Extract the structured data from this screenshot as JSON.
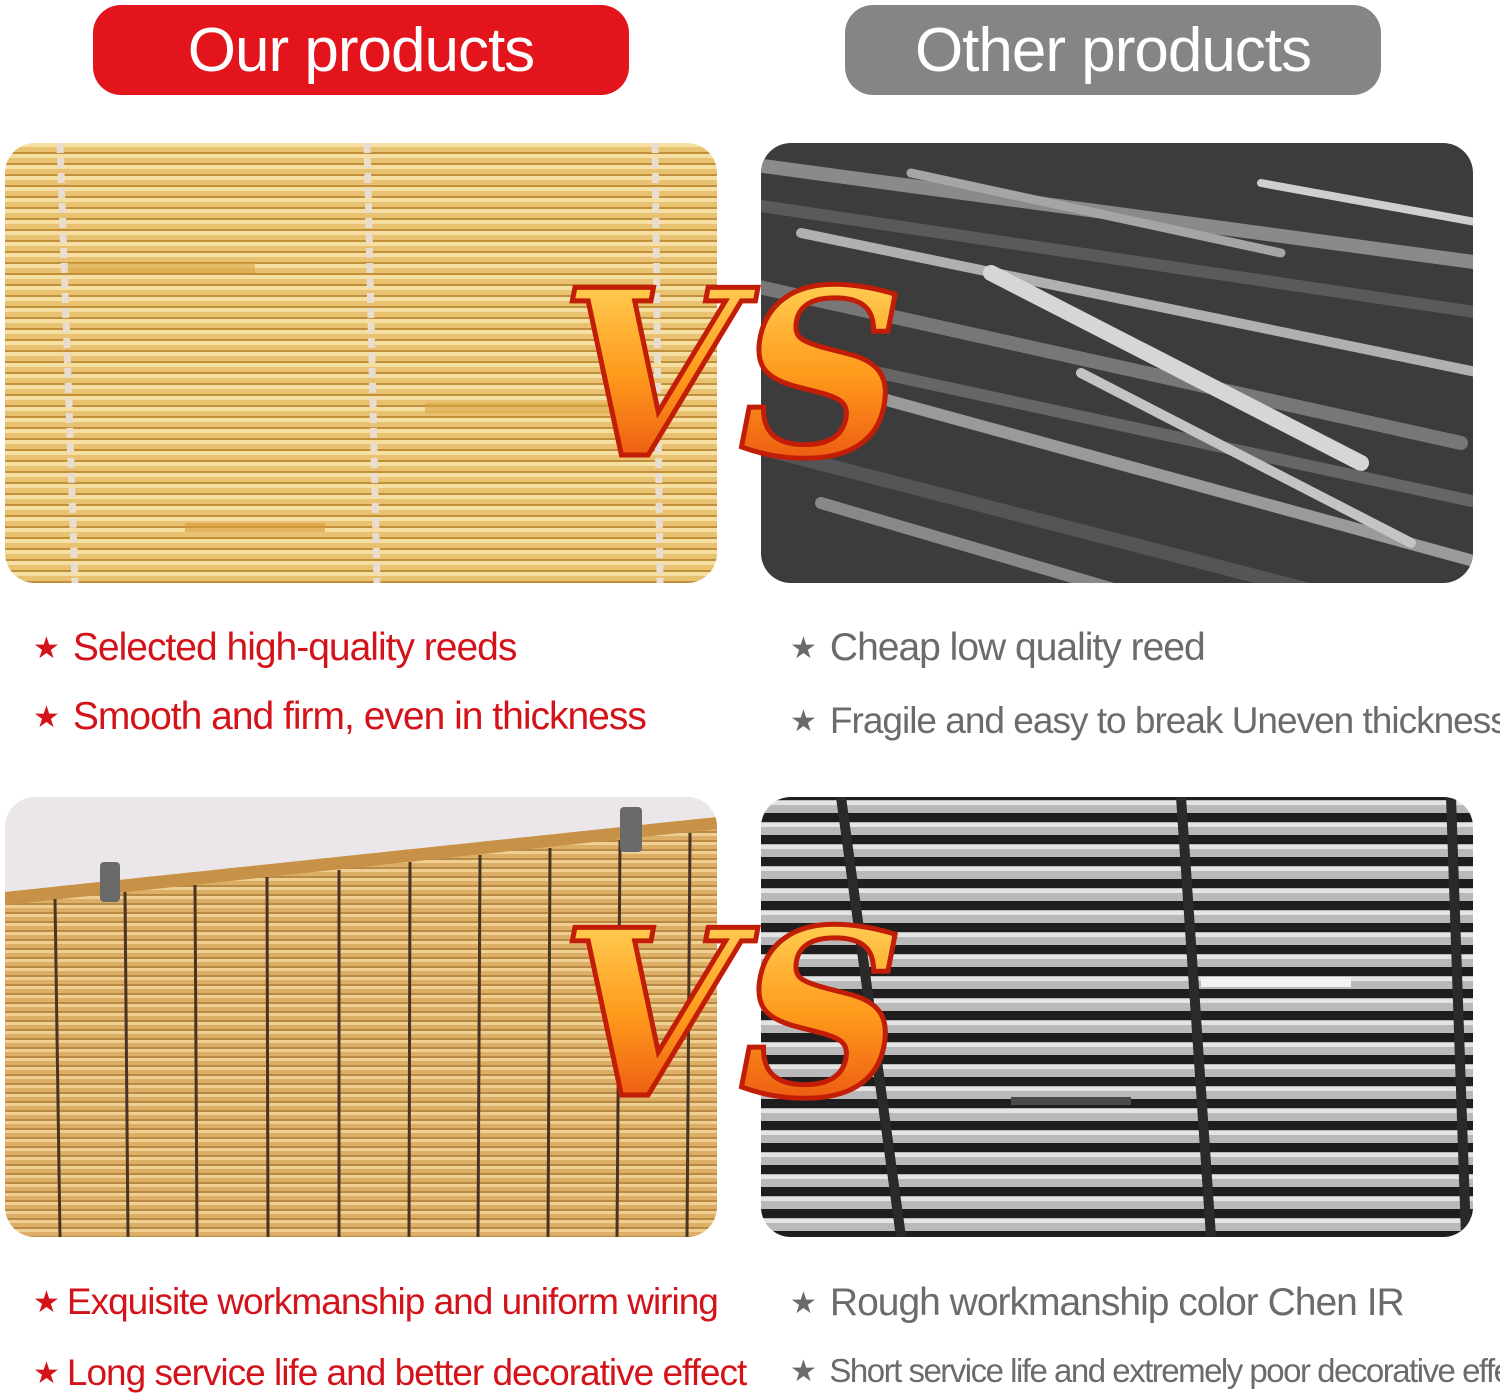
{
  "header": {
    "our_label": "Our products",
    "other_label": "Other products"
  },
  "colors": {
    "our_accent": "#e3141b",
    "other_accent": "#858585",
    "our_text": "#d31219",
    "other_text": "#6b6b6b"
  },
  "vs_label": "VS",
  "top_row": {
    "our_points": [
      "Selected high-quality reeds",
      "Smooth and firm, even in thickness"
    ],
    "other_points": [
      "Cheap low quality reed",
      "Fragile and easy to break Uneven thickness"
    ]
  },
  "bottom_row": {
    "our_points": [
      "Exquisite workmanship and uniform wiring",
      "Long service life and better decorative effect"
    ],
    "other_points": [
      "Rough workmanship color Chen IR",
      "Short service life and extremely poor decorative effect"
    ]
  },
  "icons": {
    "bullet": "star-icon",
    "vs": "flame-vs-icon"
  }
}
